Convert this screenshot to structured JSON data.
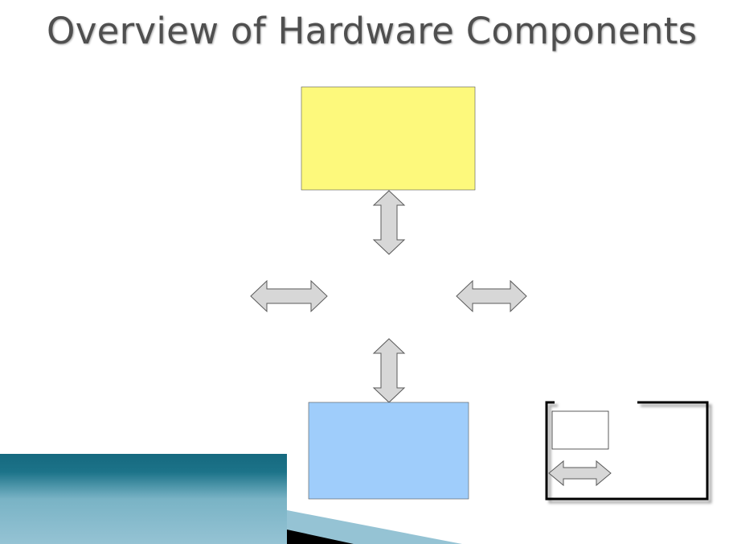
{
  "slide": {
    "title": "Overview of Hardware Components"
  },
  "colors": {
    "title_text": "#4f4f4f",
    "top_box_fill": "#fdf97c",
    "bottom_box_fill": "#9fcdfb",
    "arrow_fill": "#d7d7d7",
    "arrow_stroke": "#5a5a5a",
    "teal_dark": "#16697f",
    "teal_light": "#95c3d4"
  },
  "diagram": {
    "boxes": [
      {
        "role": "top-box",
        "label": ""
      },
      {
        "role": "bottom-box",
        "label": ""
      },
      {
        "role": "framed-panel",
        "label": ""
      },
      {
        "role": "framed-panel-inner-box",
        "label": ""
      }
    ],
    "arrows": [
      {
        "role": "vertical-double-arrow-upper",
        "direction": "vertical"
      },
      {
        "role": "horizontal-double-arrow-left",
        "direction": "horizontal"
      },
      {
        "role": "horizontal-double-arrow-right",
        "direction": "horizontal"
      },
      {
        "role": "vertical-double-arrow-lower",
        "direction": "vertical"
      },
      {
        "role": "panel-double-arrow",
        "direction": "horizontal"
      }
    ]
  }
}
